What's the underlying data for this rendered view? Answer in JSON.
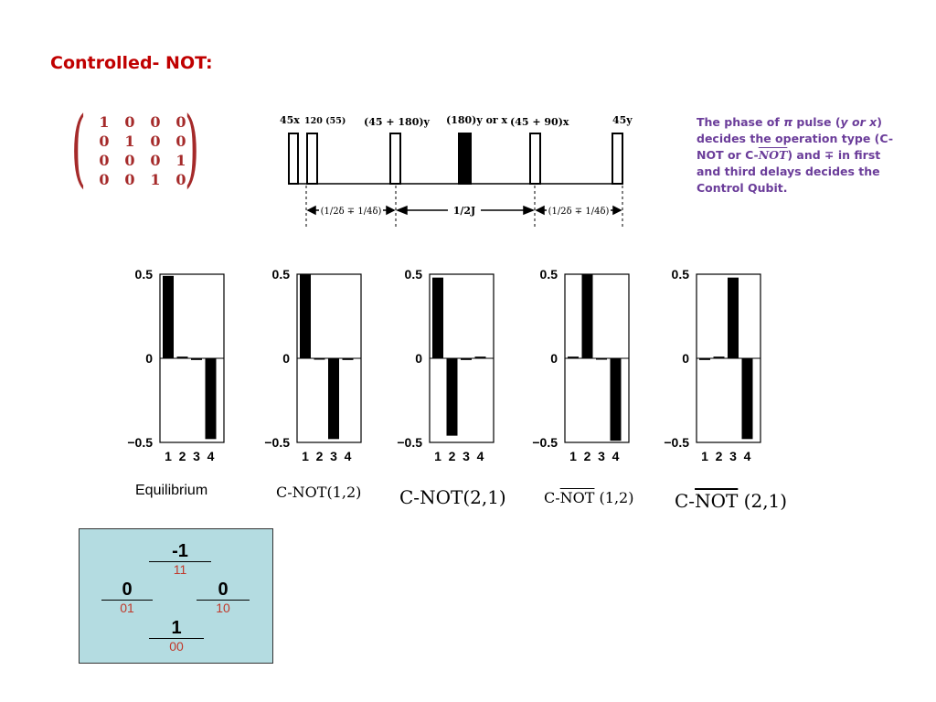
{
  "title": "Controlled- NOT:",
  "matrix": {
    "rows": [
      [
        "1",
        "0",
        "0",
        "0"
      ],
      [
        "0",
        "1",
        "0",
        "0"
      ],
      [
        "0",
        "0",
        "0",
        "1"
      ],
      [
        "0",
        "0",
        "1",
        "0"
      ]
    ]
  },
  "pulse_sequence": {
    "labels": {
      "p1": "45x",
      "p2": "120 (55)",
      "p3": "(45 + 180)y",
      "p4": "(180)y or x",
      "p5": "(45 + 90)x",
      "p6": "45y"
    },
    "delays": {
      "d1": "(1/2δ ∓ 1/4δ)",
      "d2": "1/2J",
      "d3": "(1/2δ ∓ 1/4δ)"
    }
  },
  "note": {
    "t1": "The phase of ",
    "pi": "π",
    "t2": " pulse (",
    "yx": "y or x",
    "t3": ") decides the operation type (C-NOT or C-",
    "not": "NOT",
    "t4": ") and ",
    "mp": "∓",
    "t5": " in first and third delays decides the Control Qubit."
  },
  "chart_data": [
    {
      "type": "bar",
      "categories": [
        "1",
        "2",
        "3",
        "4"
      ],
      "values": [
        0.49,
        0.01,
        -0.01,
        -0.48
      ],
      "ylim": [
        -0.5,
        0.5
      ],
      "yticks": [
        "0.5",
        "0",
        "−0.5"
      ],
      "caption": "Equilibrium"
    },
    {
      "type": "bar",
      "categories": [
        "1",
        "2",
        "3",
        "4"
      ],
      "values": [
        0.5,
        0.0,
        -0.48,
        -0.01
      ],
      "ylim": [
        -0.5,
        0.5
      ],
      "yticks": [
        "0.5",
        "0",
        "−0.5"
      ],
      "caption": "C-NOT(1,2)"
    },
    {
      "type": "bar",
      "categories": [
        "1",
        "2",
        "3",
        "4"
      ],
      "values": [
        0.48,
        -0.46,
        -0.01,
        0.01
      ],
      "ylim": [
        -0.5,
        0.5
      ],
      "yticks": [
        "0.5",
        "0",
        "−0.5"
      ],
      "caption": "C-NOT(2,1)"
    },
    {
      "type": "bar",
      "categories": [
        "1",
        "2",
        "3",
        "4"
      ],
      "values": [
        0.01,
        0.5,
        0.0,
        -0.49
      ],
      "ylim": [
        -0.5,
        0.5
      ],
      "yticks": [
        "0.5",
        "0",
        "−0.5"
      ],
      "caption": "C-NOT (1,2)"
    },
    {
      "type": "bar",
      "categories": [
        "1",
        "2",
        "3",
        "4"
      ],
      "values": [
        -0.01,
        0.01,
        0.48,
        -0.48
      ],
      "ylim": [
        -0.5,
        0.5
      ],
      "yticks": [
        "0.5",
        "0",
        "−0.5"
      ],
      "caption": "C-NOT (2,1)"
    }
  ],
  "captions": {
    "c1": "Equilibrium",
    "c2": "C-NOT(1,2)",
    "c3_pre": "C-",
    "c3_not": "NOT",
    "c3_post": "(2,1)",
    "c4_pre": "C-",
    "c4_not": "NOT",
    "c4_post": " (1,2)",
    "c5_pre": "C-",
    "c5_not": "NOT",
    "c5_post": " (2,1)"
  },
  "energy_levels": {
    "top": {
      "energy": "-1",
      "state": "11"
    },
    "left": {
      "energy": "0",
      "state": "01"
    },
    "right": {
      "energy": "0",
      "state": "10"
    },
    "bottom": {
      "energy": "1",
      "state": "00"
    }
  },
  "colors": {
    "title": "#c00000",
    "matrix": "#a52a2a",
    "note": "#6b3d9a",
    "state_label": "#c0392b",
    "level_box": "#b4dce1"
  }
}
